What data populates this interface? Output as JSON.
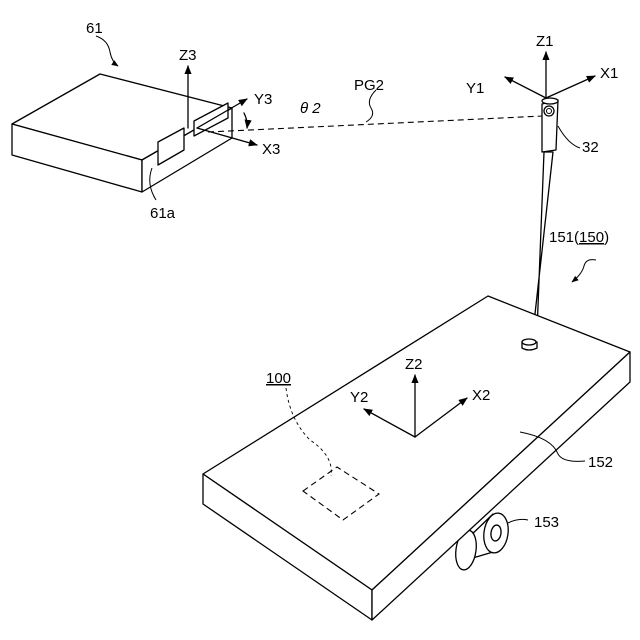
{
  "labels": {
    "device": "61",
    "device_face": "61a",
    "z3": "Z3",
    "y3": "Y3",
    "x3": "X3",
    "theta": "θ 2",
    "pg2": "PG2",
    "z1": "Z1",
    "y1": "Y1",
    "x1": "X1",
    "camera": "32",
    "robot_prefix": "151(",
    "robot_ul": "150",
    "robot_suffix": ")",
    "z2": "Z2",
    "y2": "Y2",
    "x2": "X2",
    "workpiece": "100",
    "platform": "152",
    "wheel": "153"
  }
}
